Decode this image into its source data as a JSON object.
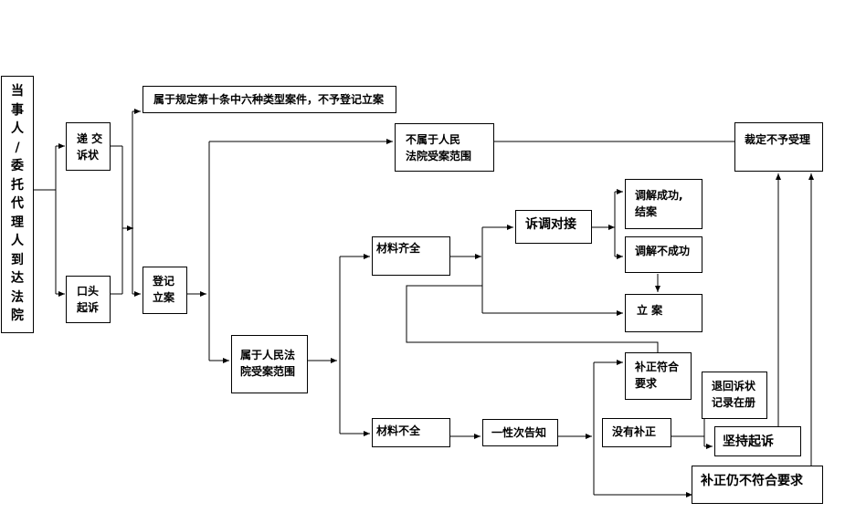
{
  "nodes": {
    "party": "当\n事\n人\n/\n委\n托\n代\n理\n人\n到\n达\n法\n院",
    "submit_complaint": "递 交\n诉状",
    "oral_complaint": "口头\n起诉",
    "six_types": "属于规定第十条中六种类型案件，不予登记立案",
    "register": "登记\n立案",
    "not_in_scope": "不属于人民\n法院受案范围",
    "in_scope": "属于人民法\n院受案范围",
    "reject_ruling": "裁定不予受理",
    "materials_complete": "材料齐全",
    "mediation_link": "诉调对接",
    "mediation_success": "调解成功,\n结案",
    "mediation_fail": "调解不成功",
    "file_case": "立    案",
    "materials_incomplete": "材料不全",
    "one_time_notice": "一性次告知",
    "supplement_ok": "补正符合\n要求",
    "no_supplement": "没有补正",
    "return_record": "退回诉状\n记录在册",
    "insist_suit": "坚持起诉",
    "supplement_still_bad": "补正仍不符合要求"
  }
}
